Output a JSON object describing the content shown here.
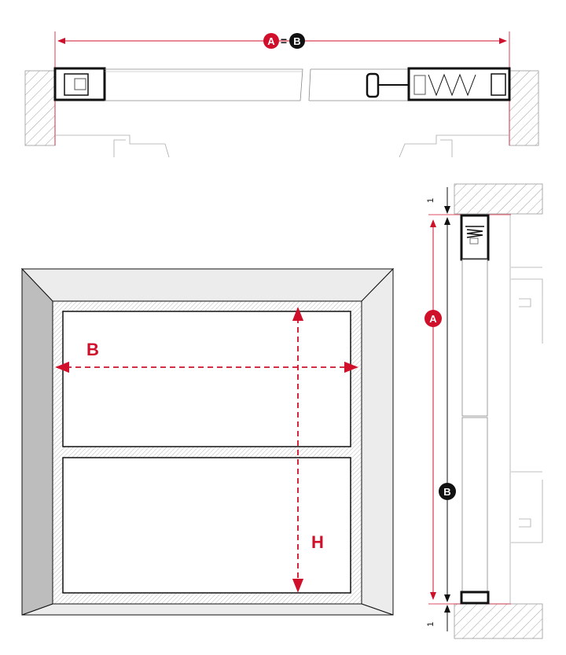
{
  "colors": {
    "accent": "#d0102b",
    "ink": "#111111",
    "wall": "#9a9a9a",
    "frame_light": "#ececec",
    "frame_dark": "#bdbdbd"
  },
  "top_view": {
    "badge_a": "A",
    "equals": "=",
    "badge_b": "B"
  },
  "front_view": {
    "width_label": "B",
    "height_label": "H"
  },
  "side_view": {
    "badge_a": "A",
    "badge_b": "B",
    "gap_top": "1",
    "gap_bottom": "1"
  }
}
